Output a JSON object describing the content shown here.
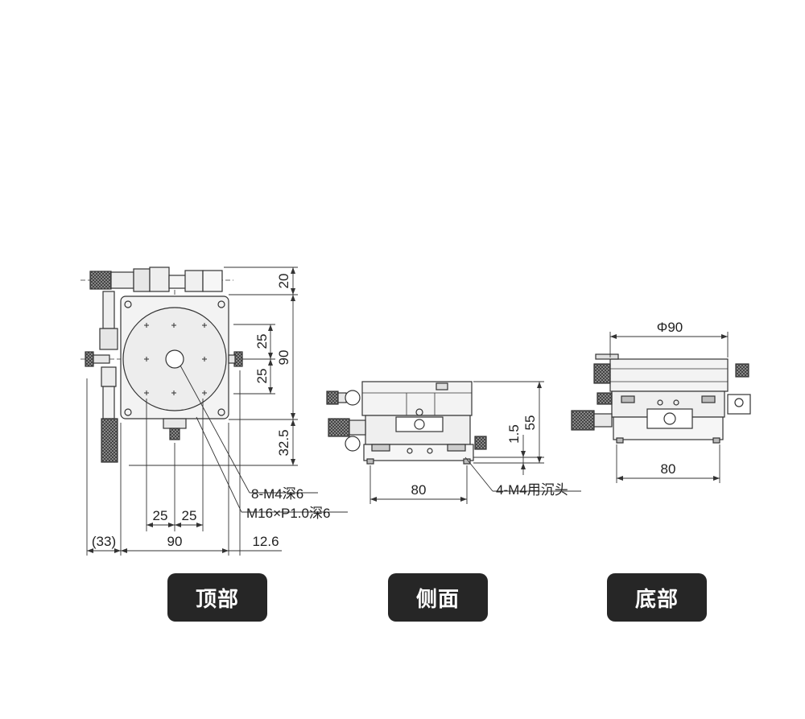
{
  "views": {
    "top": {
      "label": "顶部",
      "dims": {
        "top_20": "20",
        "right_90": "90",
        "inner_25_upper": "25",
        "inner_25_lower": "25",
        "bottom_32_5": "32.5",
        "bottom_25_left": "25",
        "bottom_25_right": "25",
        "bottom_90": "90",
        "offset_33": "(33)",
        "offset_12_6": "12.6"
      },
      "callouts": {
        "tapped_holes": "8-M4深6",
        "center_thread": "M16×P1.0深6"
      }
    },
    "side": {
      "label": "侧面",
      "dims": {
        "height_55": "55",
        "height_1_5": "1.5",
        "width_80": "80"
      },
      "callouts": {
        "counterbore": "4-M4用沉头"
      }
    },
    "bottom": {
      "label": "底部",
      "dims": {
        "diameter": "Φ90",
        "width_80": "80"
      }
    }
  },
  "colors": {
    "line": "#333333",
    "part_fill": "#f2f2f2",
    "label_bg": "#262626",
    "label_text": "#ffffff"
  }
}
